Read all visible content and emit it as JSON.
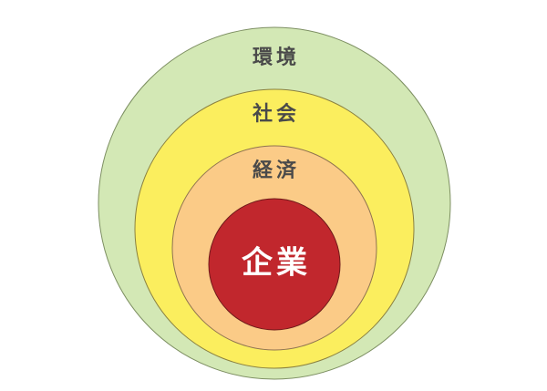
{
  "diagram": {
    "layers": [
      {
        "id": "environment",
        "label": "環境",
        "fill": "#d3e8b5",
        "stroke": "#7d8f62",
        "text_color": "#4a4a4a"
      },
      {
        "id": "society",
        "label": "社会",
        "fill": "#fbee5e",
        "stroke": "#8a8040",
        "text_color": "#4a4a4a"
      },
      {
        "id": "economy",
        "label": "経済",
        "fill": "#fbcb87",
        "stroke": "#8f7350",
        "text_color": "#4a4a4a"
      },
      {
        "id": "company",
        "label": "企業",
        "fill": "#c1272d",
        "stroke": "#6e1a1a",
        "text_color": "#ffffff"
      }
    ]
  }
}
